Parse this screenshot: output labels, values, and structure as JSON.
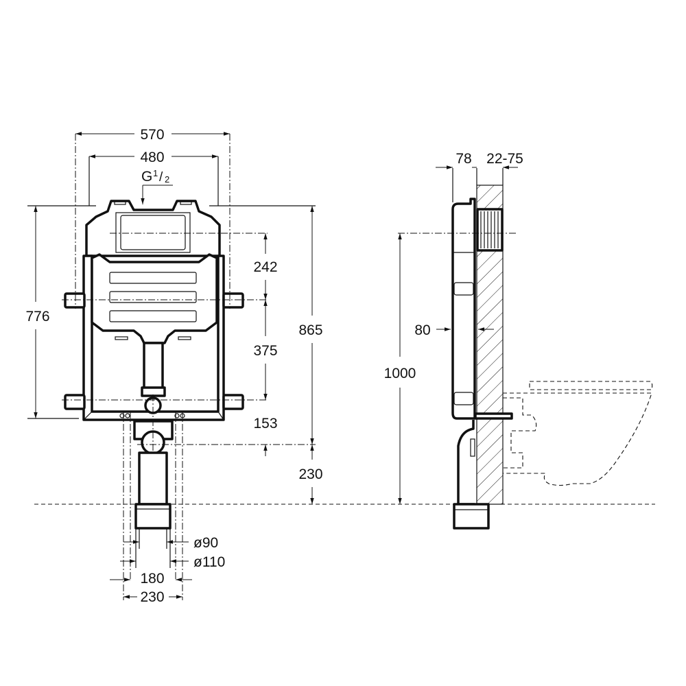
{
  "front_view": {
    "width_outer": "570",
    "width_inner": "480",
    "connection": "G",
    "connection_fraction_num": "1",
    "connection_fraction_den": "2",
    "height_brackets": "776",
    "height_total": "865",
    "dim_flush_to_bracket": "242",
    "dim_bracket_spacing": "375",
    "dim_bracket_to_outlet": "153",
    "dim_outlet_to_floor": "230",
    "pipe_diameter_small": "ø90",
    "pipe_diameter_large": "ø110",
    "bolt_spacing_inner": "180",
    "bolt_spacing_outer": "230"
  },
  "side_view": {
    "frame_depth": "78",
    "wall_thickness": "22-75",
    "frame_width": "80",
    "flush_height": "1000"
  }
}
